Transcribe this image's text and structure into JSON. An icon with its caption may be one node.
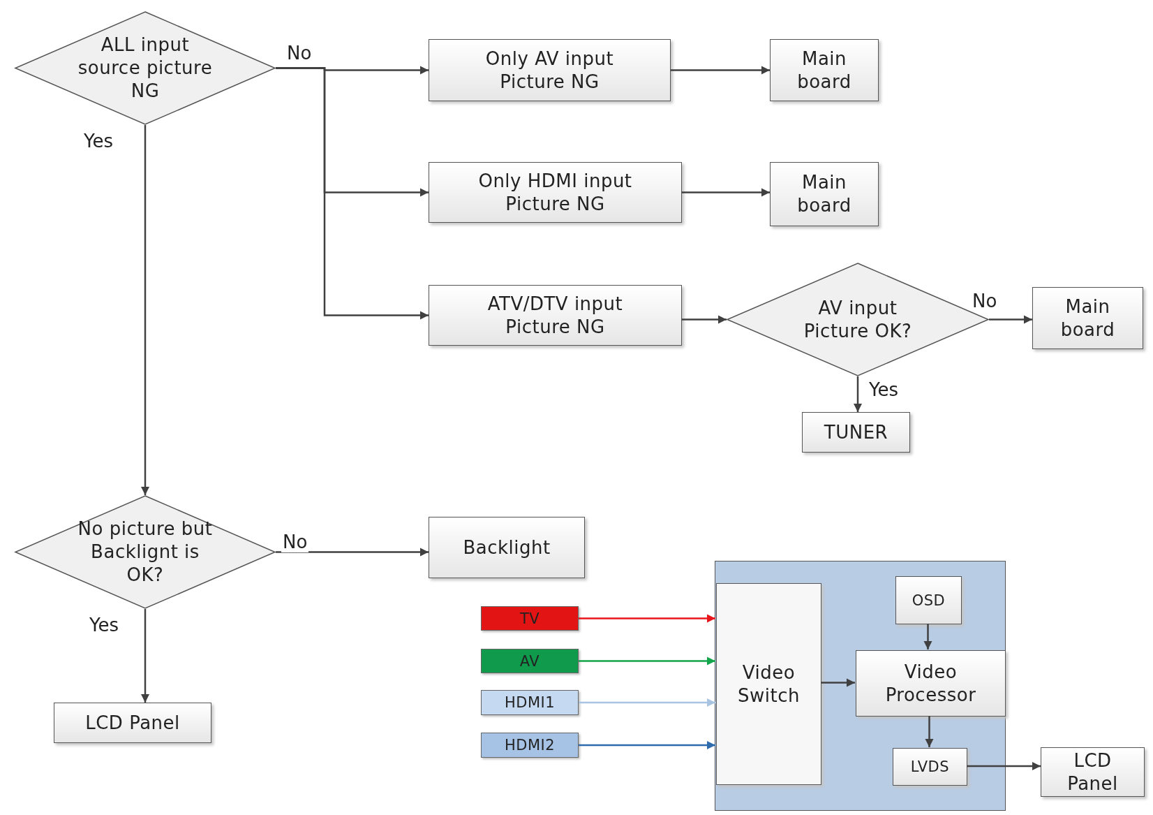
{
  "diagram": {
    "nodes": [
      {
        "text": [
          "ALL input source picture NG"
        ]
      },
      {
        "text": [
          "Only AV input Picture NG"
        ]
      },
      {
        "text": [
          "Main board"
        ]
      },
      {
        "text": [
          "Only HDMI input Picture NG"
        ]
      },
      {
        "text": [
          "Main board"
        ]
      },
      {
        "text": [
          "ATV/DTV input Picture NG"
        ]
      },
      {
        "text": [
          "AV input Picture OK?"
        ]
      },
      {
        "text": [
          "Main board"
        ]
      },
      {
        "text": [
          "TUNER"
        ]
      },
      {
        "text": [
          "No picture but Backlignt is OK?"
        ]
      },
      {
        "text": [
          "Backlight"
        ]
      },
      {
        "text": [
          "LCD Panel"
        ]
      },
      {
        "text": [],
        "shape": "box"
      },
      {
        "text": [
          "Video Switch"
        ],
        "in": 12
      },
      {
        "text": [
          "OSD"
        ],
        "in": 12
      },
      {
        "text": [
          "Video Processor"
        ],
        "in": 12
      },
      {
        "text": [
          "LVDS"
        ],
        "in": 12
      },
      {
        "text": [
          "LCD Panel"
        ]
      },
      {
        "text": [
          "TV"
        ]
      },
      {
        "text": [
          "AV"
        ]
      },
      {
        "text": [
          "HDMI1"
        ]
      },
      {
        "text": [
          "HDMI2"
        ]
      }
    ],
    "edges": [
      {
        "from": 0,
        "to": 1,
        "arrow": "to",
        "label": "No"
      },
      {
        "from": 0,
        "to": 3,
        "arrow": "to"
      },
      {
        "from": 0,
        "to": 5,
        "arrow": "to"
      },
      {
        "from": 1,
        "to": 2,
        "arrow": "to"
      },
      {
        "from": 3,
        "to": 4,
        "arrow": "to"
      },
      {
        "from": 5,
        "to": 6,
        "arrow": "to"
      },
      {
        "from": 6,
        "to": 7,
        "arrow": "to",
        "label": "No"
      },
      {
        "from": 6,
        "to": 8,
        "arrow": "to",
        "label": "Yes"
      },
      {
        "from": 0,
        "to": 9,
        "arrow": "to",
        "label": "Yes"
      },
      {
        "from": 9,
        "to": 10,
        "arrow": "to",
        "label": "No"
      },
      {
        "from": 9,
        "to": 11,
        "arrow": "to",
        "label": "Yes"
      },
      {
        "from": 18,
        "to": 13,
        "arrow": "to",
        "color": "#e8151b"
      },
      {
        "from": 19,
        "to": 13,
        "arrow": "to",
        "color": "#12a54a"
      },
      {
        "from": 20,
        "to": 13,
        "arrow": "to",
        "color": "#a9c4e0"
      },
      {
        "from": 21,
        "to": 13,
        "arrow": "to",
        "color": "#2f6cad"
      },
      {
        "from": 13,
        "to": 15,
        "arrow": "to"
      },
      {
        "from": 14,
        "to": 15,
        "arrow": "to"
      },
      {
        "from": 15,
        "to": 16,
        "arrow": "to"
      },
      {
        "from": 16,
        "to": 17,
        "arrow": "to"
      }
    ]
  }
}
